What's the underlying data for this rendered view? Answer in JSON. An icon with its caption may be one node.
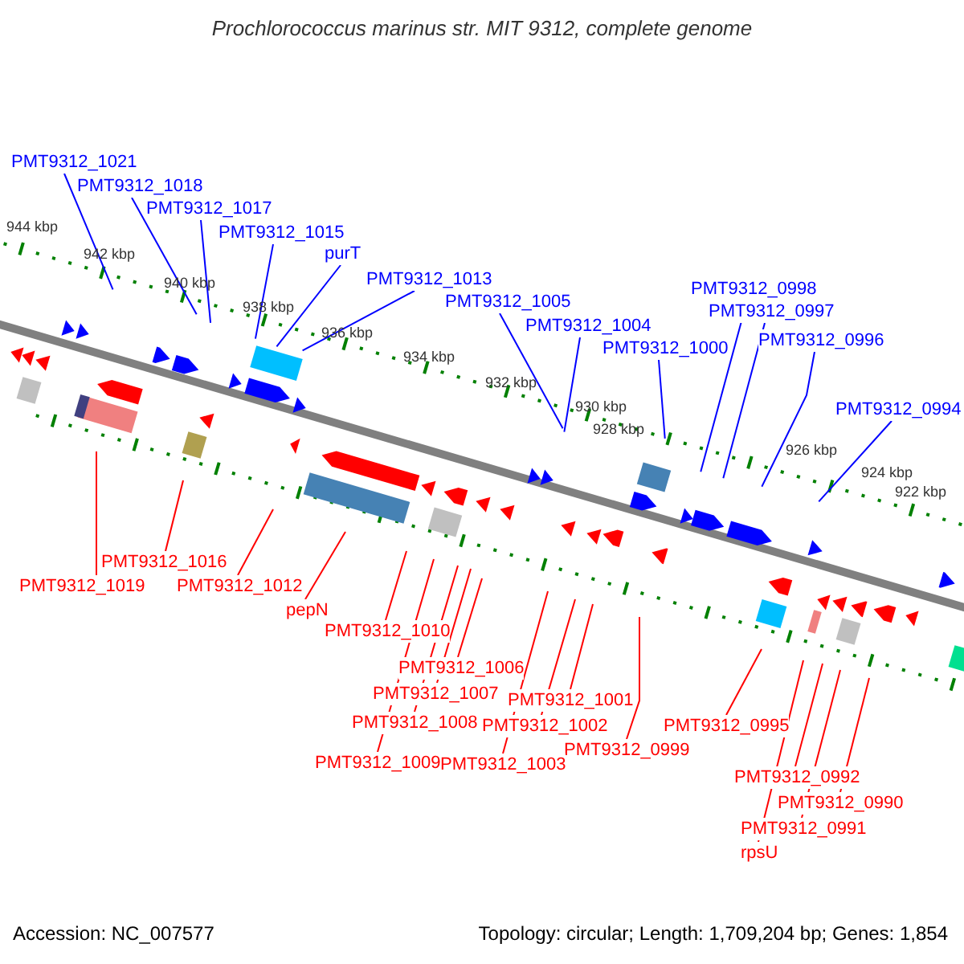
{
  "diagram": {
    "title": "Prochlorococcus marinus str. MIT 9312, complete genome",
    "nodes": [
      {
        "text": [
          "PMT9312_1021"
        ]
      },
      {
        "text": [
          "PMT9312_1018"
        ]
      },
      {
        "text": [
          "PMT9312_1017"
        ]
      },
      {
        "text": [
          "PMT9312_1015"
        ]
      },
      {
        "text": [
          "purT"
        ]
      },
      {
        "text": [
          "PMT9312_1013"
        ]
      },
      {
        "text": [
          "PMT9312_0998"
        ]
      },
      {
        "text": [
          "PMT9312_1005"
        ]
      },
      {
        "text": [
          "PMT9312_0997"
        ]
      },
      {
        "text": [
          "PMT9312_1004"
        ]
      },
      {
        "text": [
          "PMT9312_0996"
        ]
      },
      {
        "text": [
          "PMT9312_1000"
        ]
      },
      {
        "text": [
          "PMT9312_0994"
        ]
      },
      {
        "text": [
          "PMT9312_1016"
        ]
      },
      {
        "text": [
          "PMT9312_1019"
        ]
      },
      {
        "text": [
          "PMT9312_1012"
        ]
      },
      {
        "text": [
          "pepN"
        ]
      },
      {
        "text": [
          "PMT9312_1010"
        ]
      },
      {
        "text": [
          "PMT9312_1006"
        ]
      },
      {
        "text": [
          "PMT9312_1007"
        ]
      },
      {
        "text": [
          "PMT9312_1001"
        ]
      },
      {
        "text": [
          "PMT9312_1008"
        ]
      },
      {
        "text": [
          "PMT9312_0995"
        ]
      },
      {
        "text": [
          "PMT9312_1002"
        ]
      },
      {
        "text": [
          "PMT9312_0999"
        ]
      },
      {
        "text": [
          "PMT9312_1009"
        ]
      },
      {
        "text": [
          "PMT9312_1003"
        ]
      },
      {
        "text": [
          "PMT9312_0992"
        ]
      },
      {
        "text": [
          "PMT9312_0990"
        ]
      },
      {
        "text": [
          "PMT9312_0991"
        ]
      },
      {
        "text": [
          "rpsU"
        ]
      }
    ],
    "edges": [
      {
        "from": 0,
        "to": null,
        "arrow": "none",
        "color": "#0000ff"
      },
      {
        "from": 1,
        "to": null,
        "arrow": "none",
        "color": "#0000ff"
      },
      {
        "from": 2,
        "to": null,
        "arrow": "none",
        "color": "#0000ff"
      },
      {
        "from": 3,
        "to": null,
        "arrow": "none",
        "color": "#0000ff"
      },
      {
        "from": 4,
        "to": null,
        "arrow": "none",
        "color": "#0000ff"
      },
      {
        "from": 5,
        "to": null,
        "arrow": "none",
        "color": "#0000ff"
      },
      {
        "from": 6,
        "to": null,
        "arrow": "none",
        "color": "#0000ff"
      },
      {
        "from": 7,
        "to": null,
        "arrow": "none",
        "color": "#0000ff"
      },
      {
        "from": 8,
        "to": null,
        "arrow": "none",
        "color": "#0000ff"
      },
      {
        "from": 9,
        "to": null,
        "arrow": "none",
        "color": "#0000ff"
      },
      {
        "from": 10,
        "to": null,
        "arrow": "none",
        "color": "#0000ff"
      },
      {
        "from": 11,
        "to": null,
        "arrow": "none",
        "color": "#0000ff"
      },
      {
        "from": 12,
        "to": null,
        "arrow": "none",
        "color": "#0000ff"
      },
      {
        "from": 13,
        "to": null,
        "arrow": "none"
      },
      {
        "from": 14,
        "to": null,
        "arrow": "none"
      },
      {
        "from": 15,
        "to": null,
        "arrow": "none"
      },
      {
        "from": 16,
        "to": null,
        "arrow": "none"
      },
      {
        "from": 17,
        "to": null,
        "arrow": "none"
      },
      {
        "from": 18,
        "to": null,
        "arrow": "none"
      },
      {
        "from": 19,
        "to": null,
        "arrow": "none"
      },
      {
        "from": 20,
        "to": null,
        "arrow": "none"
      },
      {
        "from": 21,
        "to": null,
        "arrow": "none"
      },
      {
        "from": 22,
        "to": null,
        "arrow": "none"
      },
      {
        "from": 23,
        "to": null,
        "arrow": "none"
      },
      {
        "from": 24,
        "to": null,
        "arrow": "none"
      },
      {
        "from": 25,
        "to": null,
        "arrow": "none"
      },
      {
        "from": 26,
        "to": null,
        "arrow": "none"
      },
      {
        "from": 27,
        "to": null,
        "arrow": "none"
      },
      {
        "from": 28,
        "to": null,
        "arrow": "none"
      },
      {
        "from": 29,
        "to": null,
        "arrow": "none"
      },
      {
        "from": 30,
        "to": null,
        "arrow": "none"
      }
    ],
    "labels": [
      "944 kbp",
      "942 kbp",
      "940 kbp",
      "938 kbp",
      "936 kbp",
      "934 kbp",
      "932 kbp",
      "930 kbp",
      "928 kbp",
      "926 kbp",
      "924 kbp",
      "922 kbp",
      "Accession: NC_007577",
      "Topology: circular; Length: 1,709,204 bp; Genes: 1,854"
    ]
  }
}
